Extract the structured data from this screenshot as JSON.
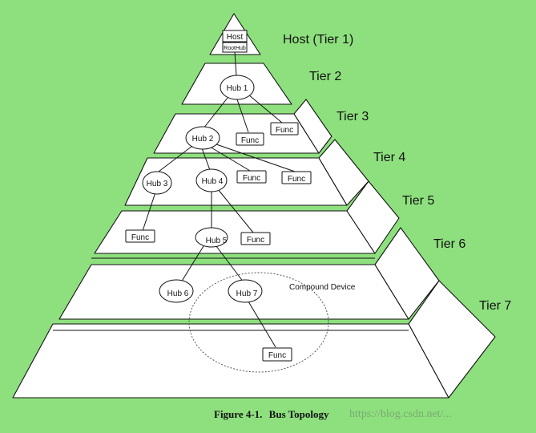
{
  "colors": {
    "background": "#8ee07e",
    "face": "#ffffff",
    "edge": "#111111"
  },
  "tiers": [
    {
      "label": "Host (Tier 1)"
    },
    {
      "label": "Tier 2"
    },
    {
      "label": "Tier 3"
    },
    {
      "label": "Tier 4"
    },
    {
      "label": "Tier 5"
    },
    {
      "label": "Tier 6"
    },
    {
      "label": "Tier 7"
    }
  ],
  "nodes": {
    "host": "Host",
    "roothub": "RootHub",
    "hub1": "Hub 1",
    "hub2": "Hub 2",
    "hub3": "Hub 3",
    "hub4": "Hub 4",
    "hub5": "Hub 5",
    "hub6": "Hub 6",
    "hub7": "Hub 7",
    "func_t3a": "Func",
    "func_t3b": "Func",
    "func_t4a": "Func",
    "func_t4b": "Func",
    "func_t5a": "Func",
    "func_t5b": "Func",
    "func_t7": "Func"
  },
  "compound_label": "Compound Device",
  "caption": {
    "figure": "Figure 4-1.",
    "title": "Bus Topology"
  },
  "watermark": "https://blog.csdn.net/..."
}
